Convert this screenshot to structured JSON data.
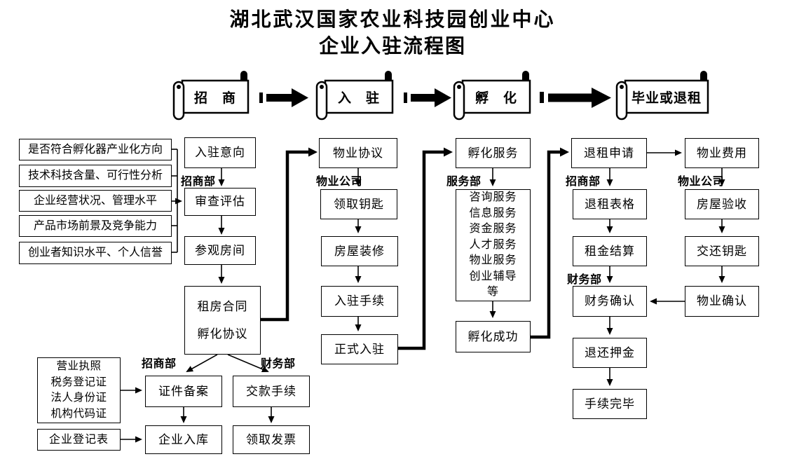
{
  "title": {
    "line1": "湖北武汉国家农业科技园创业中心",
    "line2": "企业入驻流程图"
  },
  "banners": [
    "招　商",
    "入　驻",
    "孵　化",
    "毕业或退租"
  ],
  "criteria": [
    "是否符合孵化器产业化方向",
    "技术科技含量、可行性分析",
    "企业经营状况、管理水平",
    "产品市场前景及竞争能力",
    "创业者知识水平、个人信誉"
  ],
  "dept": {
    "recruit_top": "招商部",
    "property_checkin": "物业公司",
    "service_dept": "服务部",
    "recruit_bottom": "招商部",
    "finance_bottom": "财务部",
    "recruit_refund": "招商部",
    "property_refund": "物业公司",
    "finance_refund": "财务部"
  },
  "nodes": {
    "intent": "入驻意向",
    "review": "审查评估",
    "visit": "参观房间",
    "contract": [
      "租房合同",
      "孵化协议"
    ],
    "docs": [
      "营业执照",
      "税务登记证",
      "法人身份证",
      "机构代码证"
    ],
    "reg_form": "企业登记表",
    "cert_filing": "证件备案",
    "company_entry": "企业入库",
    "payment": "交款手续",
    "invoice": "领取发票",
    "property_agreement": "物业协议",
    "get_keys": "领取钥匙",
    "renovation": "房屋装修",
    "checkin_procedure": "入驻手续",
    "official_checkin": "正式入驻",
    "incubation_service": "孵化服务",
    "services": [
      "咨询服务",
      "信息服务",
      "资金服务",
      "人才服务",
      "物业服务",
      "创业辅导",
      "等"
    ],
    "incubation_success": "孵化成功",
    "refund_apply": "退租申请",
    "refund_form": "退租表格",
    "rent_settle": "租金结算",
    "finance_confirm": "财务确认",
    "deposit_return": "退还押金",
    "complete": "手续完毕",
    "property_fee": "物业费用",
    "house_inspect": "房屋验收",
    "return_keys": "交还钥匙",
    "property_confirm": "物业确认"
  },
  "colors": {
    "line": "#000000",
    "background": "#ffffff"
  }
}
